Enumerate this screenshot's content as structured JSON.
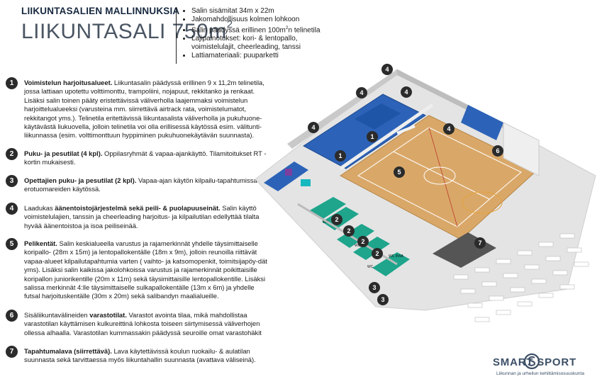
{
  "header": {
    "kicker": "LIIKUNTASALIEN MALLINNUKSIA",
    "title": "LIIKUNTASALI 750m",
    "title_sup": "2"
  },
  "specs": [
    "Salin sisämitat 34m x 22m",
    "Jakomahdollisuus kolmen lohkoon",
    "Salin päädyssä erillinen 100m",
    "2",
    "n telinetila",
    "Lajipainotukset: kori- & lentopallo,",
    "voimistelulajit, cheerleading, tanssi",
    "Lattiamateriaali: puuparketti"
  ],
  "items": [
    {
      "number": "1",
      "title": "Voimistelun harjoitusalueet.",
      "text": " Liikuntasalin päädyssä erillinen 9 x 11,2m telinetila, jossa lattiaan upotettu volttimonttu, trampoliini, nojapuut, rekkitanko ja renkaat. Lisäksi salin toinen pääty eristettävissä väliverholla laajemmaksi voimistelun harjoittelualueeksi (varusteina mm. siirrettävä airtrack rata, voimistelumatot, rekkitangot yms.). Telinetila eritettävissä liikuntasalista väliverholla ja pukuhuone-käytävästä liukuovella, jolloin telinetila voi olla erillisessä käytössä esim. välitunti-liikunnassa (esim. volttimonttuun hyppiminen pukuhuonekäytävän suunnasta)."
    },
    {
      "number": "2",
      "title": "Puku- ja pesutilat (4 kpl).",
      "text": " Oppilasryhmät & vapaa-ajankäyttö. Tilamitoitukset RT -kortin mukaisesti."
    },
    {
      "number": "3",
      "title": "Opettajien puku- ja pesutilat (2 kpl).",
      "text": " Vapaa-ajan käytön kilpailu-tapahtumissa erotuomareiden käytössä."
    },
    {
      "number": "4",
      "pre": "Laadukas ",
      "title": "äänentoistojärjestelmä sekä peili- & puolapuuseinät.",
      "text": " Salin käyttö voimistelulajien, tanssin ja cheerleading harjoitus- ja kilpailutilan edellyttää tilalta hyvää äänentoistoa ja isoa peiliseinää."
    },
    {
      "number": "5",
      "title": "Pelikentät.",
      "text": " Salin keskialueella varustus ja rajamerkinnät yhdelle täysimittaiselle koripallo- (28m x 15m) ja lentopallokentälle (18m x 9m), jolloin reunoilla riittävät vapaa-alueet kilpailutapahtumia varten ( vaihto- ja katsomopenkit, toimitsijapöy-dät yms). Lisäksi salin kaikissa jakolohkoissa varustus ja rajamerkinnät poikittaisille koripallon juniorikentille (20m x 11m) sekä täysimittaisille lentopallokentille. Lisäksi salissa merkinnät 4:lle täysimittaiselle sulkapallokentälle (13m x 6m) ja yhdelle futsal harjoituskentälle (30m x 20m) sekä salibandyn maalialueille."
    },
    {
      "number": "6",
      "pre": "Sisäliikuntavälineiden ",
      "title": "varastotilat.",
      "text": " Varastot avointa tilaa, mikä mahdollistaa varastotilan käyttämisen kulkureittinä lohkosta toiseen siirtymisessä väliverhojen ollessa alhaalla. Varastotilan kummassakin päädyssä seuroille omat varastohäkit"
    },
    {
      "number": "7",
      "title": "Tapahtumalava (siirrettävä).",
      "text": " Lava  käytettävissä koulun ruokailu- & aulatilan suunnasta sekä tarvittaessa myös liikuntahallin suunnasta (avattava väliseinä)."
    }
  ],
  "plan_labels": {
    "wc1": "WC",
    "wc2": "WC",
    "wc3": "WC",
    "wc4": "WC\nINVA"
  },
  "markers": [
    "1",
    "1",
    "2",
    "2",
    "2",
    "2",
    "3",
    "3",
    "4",
    "4",
    "4",
    "4",
    "4",
    "5",
    "6",
    "7"
  ],
  "logo": {
    "text": "SMART SPORT",
    "tagline": "Liikunnan ja urheilun kehittämisosuuskunta"
  },
  "colors": {
    "court_wood": "#d9a869",
    "court_blue": "#2c63b8",
    "wall": "#d9d9d9",
    "marker": "#2b2b2b",
    "locker_teal": "#1ea58c",
    "brand": "#3c4f66"
  }
}
